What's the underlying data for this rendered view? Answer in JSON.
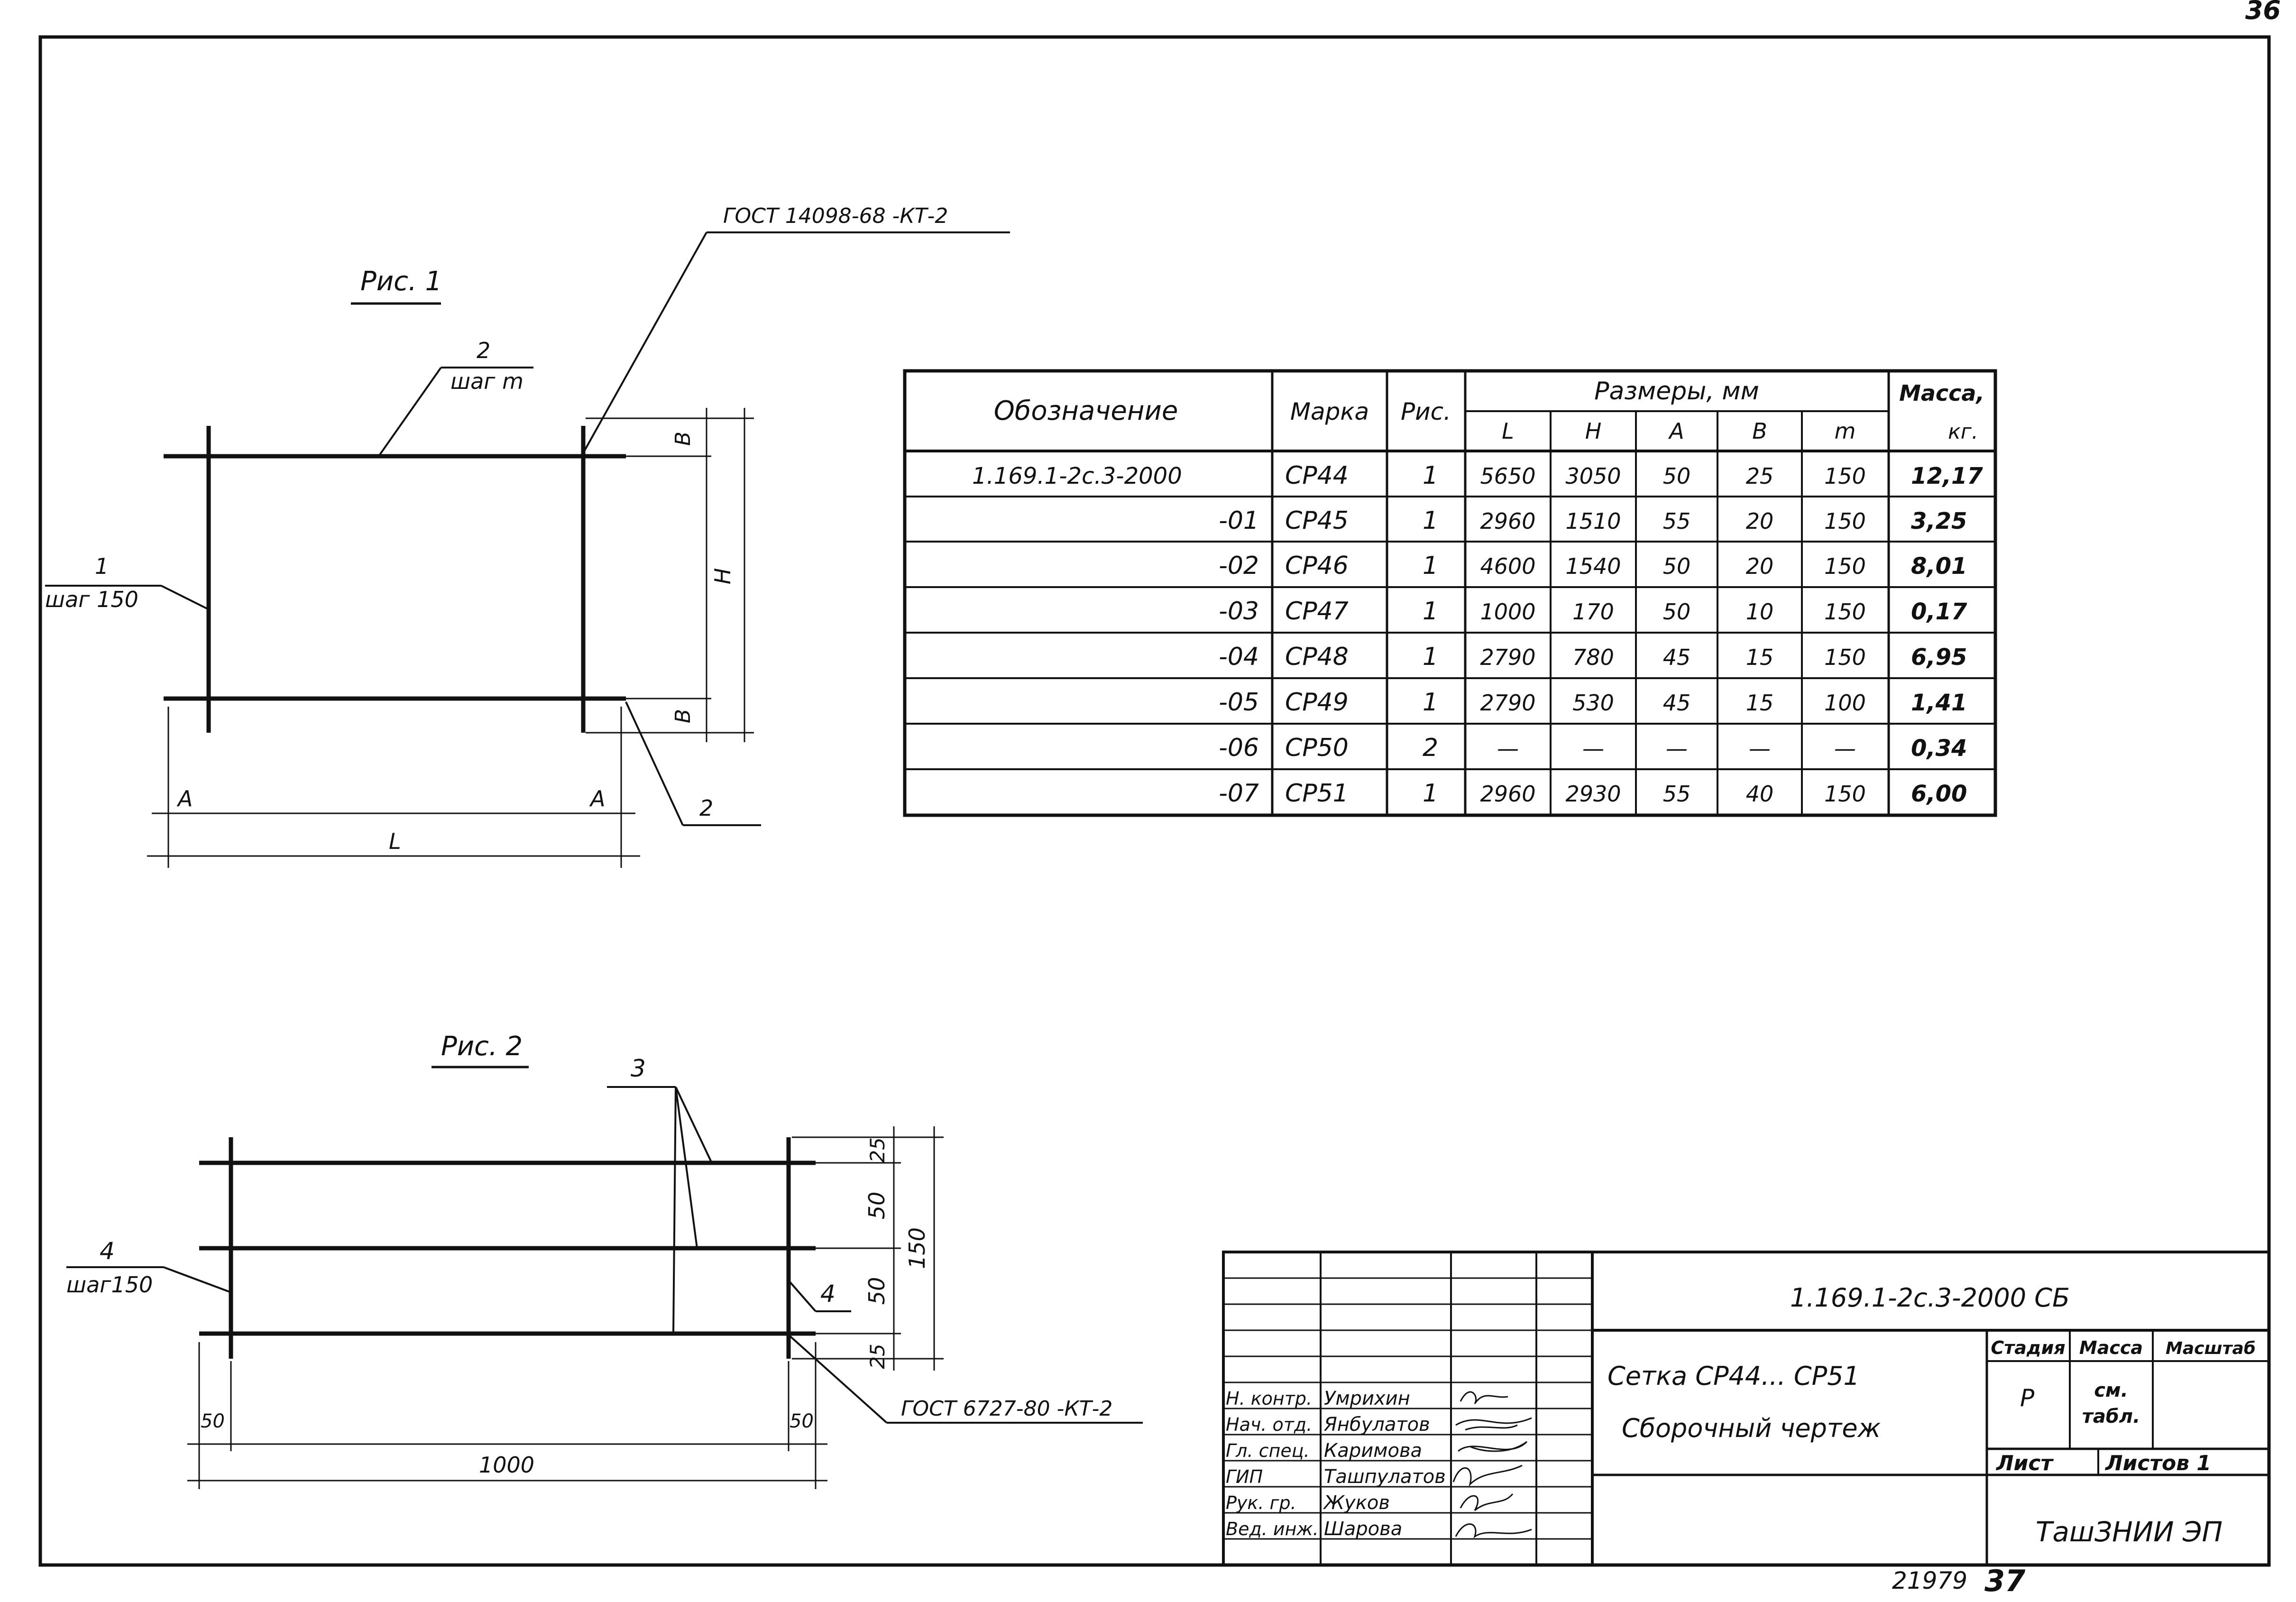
{
  "corner_page": "36",
  "fig1": {
    "title": "Рис. 1",
    "gost_note": "ГОСТ 14098-68 -КТ-2",
    "label_2": "2",
    "label_2_sub": "шаг m",
    "label_1": "1",
    "label_1_sub": "шаг 150",
    "dim_B_top": "В",
    "dim_H": "Н",
    "dim_B_bottom": "В",
    "dim_A_left": "А",
    "dim_A_right": "А",
    "dim_L": "L",
    "label_2_bottom": "2"
  },
  "fig2": {
    "title": "Рис. 2",
    "label_3": "3",
    "label_4_left": "4",
    "label_4_left_sub": "шаг150",
    "label_4_right": "4",
    "dim_25_top": "25",
    "dim_50_upper": "50",
    "dim_50_lower": "50",
    "dim_25_bottom": "25",
    "dim_150": "150",
    "dim_50_left": "50",
    "dim_50_right": "50",
    "dim_1000": "1000",
    "gost_note": "ГОСТ 6727-80 -КТ-2"
  },
  "spec_table": {
    "headers": {
      "designation": "Обозначение",
      "mark": "Марка",
      "fig": "Рис.",
      "sizes": "Размеры, мм",
      "L": "L",
      "H": "Н",
      "A": "А",
      "B": "В",
      "m": "m",
      "mass_1": "Масса,",
      "mass_2": "кг."
    },
    "rows": [
      {
        "designation": "1.169.1-2с.3-2000",
        "mark": "СР44",
        "fig": "1",
        "L": "5650",
        "H": "3050",
        "A": "50",
        "B": "25",
        "m": "150",
        "mass": "12,17"
      },
      {
        "designation": "-01",
        "mark": "СР45",
        "fig": "1",
        "L": "2960",
        "H": "1510",
        "A": "55",
        "B": "20",
        "m": "150",
        "mass": "3,25"
      },
      {
        "designation": "-02",
        "mark": "СР46",
        "fig": "1",
        "L": "4600",
        "H": "1540",
        "A": "50",
        "B": "20",
        "m": "150",
        "mass": "8,01"
      },
      {
        "designation": "-03",
        "mark": "СР47",
        "fig": "1",
        "L": "1000",
        "H": "170",
        "A": "50",
        "B": "10",
        "m": "150",
        "mass": "0,17"
      },
      {
        "designation": "-04",
        "mark": "СР48",
        "fig": "1",
        "L": "2790",
        "H": "780",
        "A": "45",
        "B": "15",
        "m": "150",
        "mass": "6,95"
      },
      {
        "designation": "-05",
        "mark": "СР49",
        "fig": "1",
        "L": "2790",
        "H": "530",
        "A": "45",
        "B": "15",
        "m": "100",
        "mass": "1,41"
      },
      {
        "designation": "-06",
        "mark": "СР50",
        "fig": "2",
        "L": "—",
        "H": "—",
        "A": "—",
        "B": "—",
        "m": "—",
        "mass": "0,34"
      },
      {
        "designation": "-07",
        "mark": "СР51",
        "fig": "1",
        "L": "2960",
        "H": "2930",
        "A": "55",
        "B": "40",
        "m": "150",
        "mass": "6,00"
      }
    ]
  },
  "title_block": {
    "doc_code": "1.169.1-2с.3-2000 СБ",
    "item_name": "Сетка СР44... СР51",
    "doc_type": "Сборочный чертеж",
    "stage_label": "Стадия",
    "mass_label": "Масса",
    "scale_label": "Масштаб",
    "stage_value": "Р",
    "mass_value_1": "см.",
    "mass_value_2": "табл.",
    "sheet_label": "Лист",
    "sheets_label": "Листов 1",
    "organization": "ТашЗНИИ ЭП",
    "signatures": [
      {
        "role": "Н. контр.",
        "name": "Умрихин"
      },
      {
        "role": "Нач. отд.",
        "name": "Янбулатов"
      },
      {
        "role": "Гл. спец.",
        "name": "Каримова"
      },
      {
        "role": "ГИП",
        "name": "Ташпулатов"
      },
      {
        "role": "Рук. гр.",
        "name": "Жуков"
      },
      {
        "role": "Вед. инж.",
        "name": "Шарова"
      }
    ]
  },
  "footer": {
    "archive_number": "21979",
    "page_number": "37"
  }
}
